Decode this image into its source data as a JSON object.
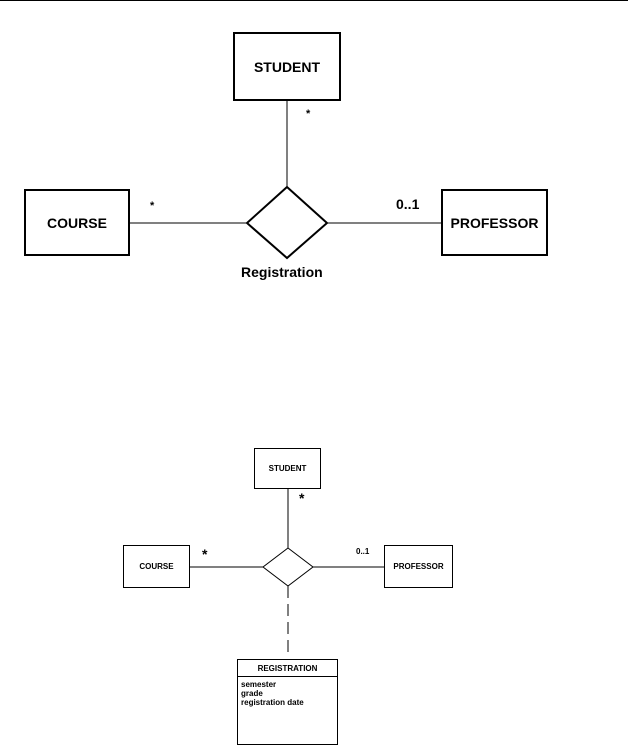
{
  "diagram1": {
    "entities": {
      "student": "STUDENT",
      "course": "COURSE",
      "professor": "PROFESSOR"
    },
    "multiplicities": {
      "student": "*",
      "course": "*",
      "professor": "0..1"
    },
    "association_label": "Registration"
  },
  "diagram2": {
    "entities": {
      "student": "STUDENT",
      "course": "COURSE",
      "professor": "PROFESSOR"
    },
    "multiplicities": {
      "student": "*",
      "course": "*",
      "professor": "0..1"
    },
    "association_class": {
      "name": "REGISTRATION",
      "attributes": [
        "semester",
        "grade",
        "registration date"
      ]
    }
  }
}
